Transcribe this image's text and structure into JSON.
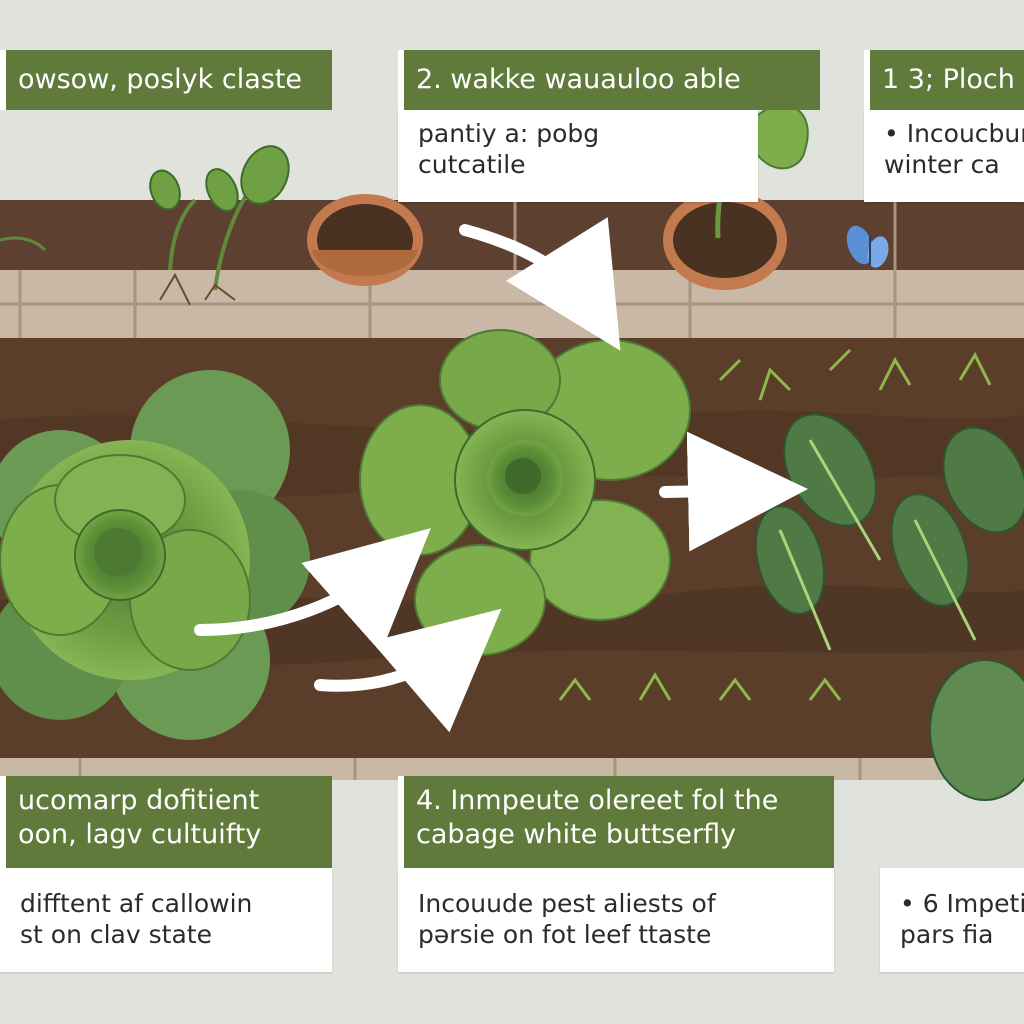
{
  "colors": {
    "background": "#dfe3db",
    "soil": "#5a3e2a",
    "soil_dark": "#4a3222",
    "header": "#5f7a3a",
    "panel": "#ffffff",
    "leaf": "#6fa043",
    "leaf_light": "#8dbb5a",
    "kale": "#4f7a46",
    "arrow": "#ffffff",
    "butterfly": "#5b8fd6"
  },
  "steps": [
    {
      "header": "owsow, poslyk claste",
      "body": []
    },
    {
      "header": "2. wakke wauauloo  able",
      "body": [
        "pantiy a: pobg",
        "cutcatile"
      ]
    },
    {
      "header": "1 3; Ploch",
      "body": [
        "• Incoucbur",
        "winter  ca"
      ]
    },
    {
      "header_lines": [
        "ucomarp dofitient",
        "oon, lagv cultuifty"
      ],
      "body": [
        "difftent af callowin",
        "st on clav state"
      ]
    },
    {
      "header_lines": [
        "4. Inmpeute olereet  fol the",
        "cabage white buttserfly"
      ],
      "body": [
        "Incouude pest aliests of",
        "pərsie on fot leef ttaste"
      ]
    },
    {
      "header": "",
      "body": [
        "• 6 Impeti",
        "pars fia"
      ]
    }
  ],
  "icons": [
    "seedling-icon",
    "pot-icon",
    "potted-plant-icon",
    "butterfly-icon",
    "cabbage-icon",
    "kale-leaf-icon",
    "arrow-icon"
  ]
}
